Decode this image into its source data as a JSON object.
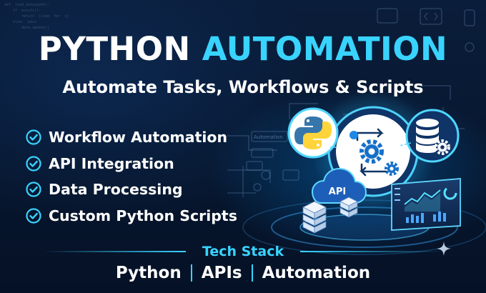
{
  "headline": {
    "word1": "PYTHON",
    "word2": "AUTOMATION"
  },
  "subtitle": "Automate Tasks, Workflows & Scripts",
  "features": [
    {
      "label": "Workflow Automation"
    },
    {
      "label": "API Integration"
    },
    {
      "label": "Data Processing"
    },
    {
      "label": "Custom Python Scripts"
    }
  ],
  "illustration": {
    "api_label": "API",
    "diagram_label": "Automation"
  },
  "tech_stack": {
    "title": "Tech Stack",
    "items": [
      "Python",
      "APIs",
      "Automation"
    ]
  },
  "colors": {
    "accent": "#39d3ff",
    "background": "#07172f",
    "text": "#ffffff",
    "check": "#39d3ff"
  },
  "icons": [
    "check-circle-icon",
    "python-logo-icon",
    "gear-cycle-icon",
    "database-icon",
    "cloud-api-icon",
    "server-stack-icon",
    "dashboard-icon",
    "sparkle-icon"
  ]
}
